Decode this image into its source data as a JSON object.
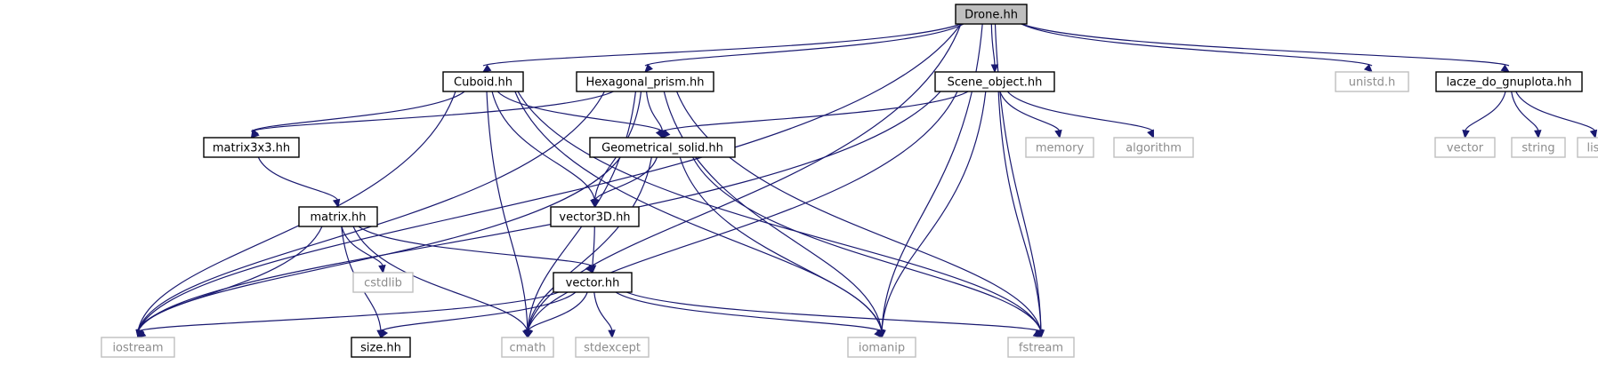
{
  "diagram": {
    "root": "Drone.hh",
    "nodes": [
      {
        "id": "drone",
        "label": "Drone.hh",
        "kind": "root"
      },
      {
        "id": "cuboid",
        "label": "Cuboid.hh",
        "kind": "local"
      },
      {
        "id": "hexprism",
        "label": "Hexagonal_prism.hh",
        "kind": "local"
      },
      {
        "id": "sceneobj",
        "label": "Scene_object.hh",
        "kind": "local"
      },
      {
        "id": "unistd",
        "label": "unistd.h",
        "kind": "system"
      },
      {
        "id": "lacze",
        "label": "lacze_do_gnuplota.hh",
        "kind": "local"
      },
      {
        "id": "matrix3x3",
        "label": "matrix3x3.hh",
        "kind": "local"
      },
      {
        "id": "geomsolid",
        "label": "Geometrical_solid.hh",
        "kind": "local"
      },
      {
        "id": "memory",
        "label": "memory",
        "kind": "system"
      },
      {
        "id": "algorithm",
        "label": "algorithm",
        "kind": "system"
      },
      {
        "id": "vector",
        "label": "vector",
        "kind": "system"
      },
      {
        "id": "string",
        "label": "string",
        "kind": "system"
      },
      {
        "id": "list",
        "label": "list",
        "kind": "system"
      },
      {
        "id": "matrixhh",
        "label": "matrix.hh",
        "kind": "local"
      },
      {
        "id": "vector3d",
        "label": "vector3D.hh",
        "kind": "local"
      },
      {
        "id": "cstdlib",
        "label": "cstdlib",
        "kind": "system"
      },
      {
        "id": "vectorhh",
        "label": "vector.hh",
        "kind": "local"
      },
      {
        "id": "iostream",
        "label": "iostream",
        "kind": "system"
      },
      {
        "id": "sizehh",
        "label": "size.hh",
        "kind": "local"
      },
      {
        "id": "cmath",
        "label": "cmath",
        "kind": "system"
      },
      {
        "id": "stdexcept",
        "label": "stdexcept",
        "kind": "system"
      },
      {
        "id": "iomanip",
        "label": "iomanip",
        "kind": "system"
      },
      {
        "id": "fstream",
        "label": "fstream",
        "kind": "system"
      }
    ],
    "edges": [
      [
        "drone",
        "cuboid"
      ],
      [
        "drone",
        "hexprism"
      ],
      [
        "drone",
        "sceneobj"
      ],
      [
        "drone",
        "unistd"
      ],
      [
        "drone",
        "lacze"
      ],
      [
        "drone",
        "iostream"
      ],
      [
        "drone",
        "cmath"
      ],
      [
        "drone",
        "iomanip"
      ],
      [
        "drone",
        "fstream"
      ],
      [
        "cuboid",
        "matrix3x3"
      ],
      [
        "cuboid",
        "geomsolid"
      ],
      [
        "cuboid",
        "vector3d"
      ],
      [
        "cuboid",
        "iostream"
      ],
      [
        "cuboid",
        "cmath"
      ],
      [
        "cuboid",
        "iomanip"
      ],
      [
        "cuboid",
        "fstream"
      ],
      [
        "hexprism",
        "matrix3x3"
      ],
      [
        "hexprism",
        "geomsolid"
      ],
      [
        "hexprism",
        "vector3d"
      ],
      [
        "hexprism",
        "iostream"
      ],
      [
        "hexprism",
        "cmath"
      ],
      [
        "hexprism",
        "iomanip"
      ],
      [
        "hexprism",
        "fstream"
      ],
      [
        "sceneobj",
        "geomsolid"
      ],
      [
        "sceneobj",
        "memory"
      ],
      [
        "sceneobj",
        "algorithm"
      ],
      [
        "sceneobj",
        "iostream"
      ],
      [
        "sceneobj",
        "cmath"
      ],
      [
        "sceneobj",
        "iomanip"
      ],
      [
        "sceneobj",
        "fstream"
      ],
      [
        "lacze",
        "vector"
      ],
      [
        "lacze",
        "string"
      ],
      [
        "lacze",
        "list"
      ],
      [
        "matrix3x3",
        "matrixhh"
      ],
      [
        "geomsolid",
        "vector3d"
      ],
      [
        "geomsolid",
        "iostream"
      ],
      [
        "geomsolid",
        "cmath"
      ],
      [
        "geomsolid",
        "iomanip"
      ],
      [
        "geomsolid",
        "fstream"
      ],
      [
        "matrixhh",
        "cstdlib"
      ],
      [
        "matrixhh",
        "vectorhh"
      ],
      [
        "matrixhh",
        "iostream"
      ],
      [
        "matrixhh",
        "sizehh"
      ],
      [
        "matrixhh",
        "cmath"
      ],
      [
        "vector3d",
        "vectorhh"
      ],
      [
        "vectorhh",
        "iostream"
      ],
      [
        "vectorhh",
        "sizehh"
      ],
      [
        "vectorhh",
        "cmath"
      ],
      [
        "vectorhh",
        "stdexcept"
      ],
      [
        "vectorhh",
        "iomanip"
      ],
      [
        "vectorhh",
        "fstream"
      ]
    ]
  }
}
